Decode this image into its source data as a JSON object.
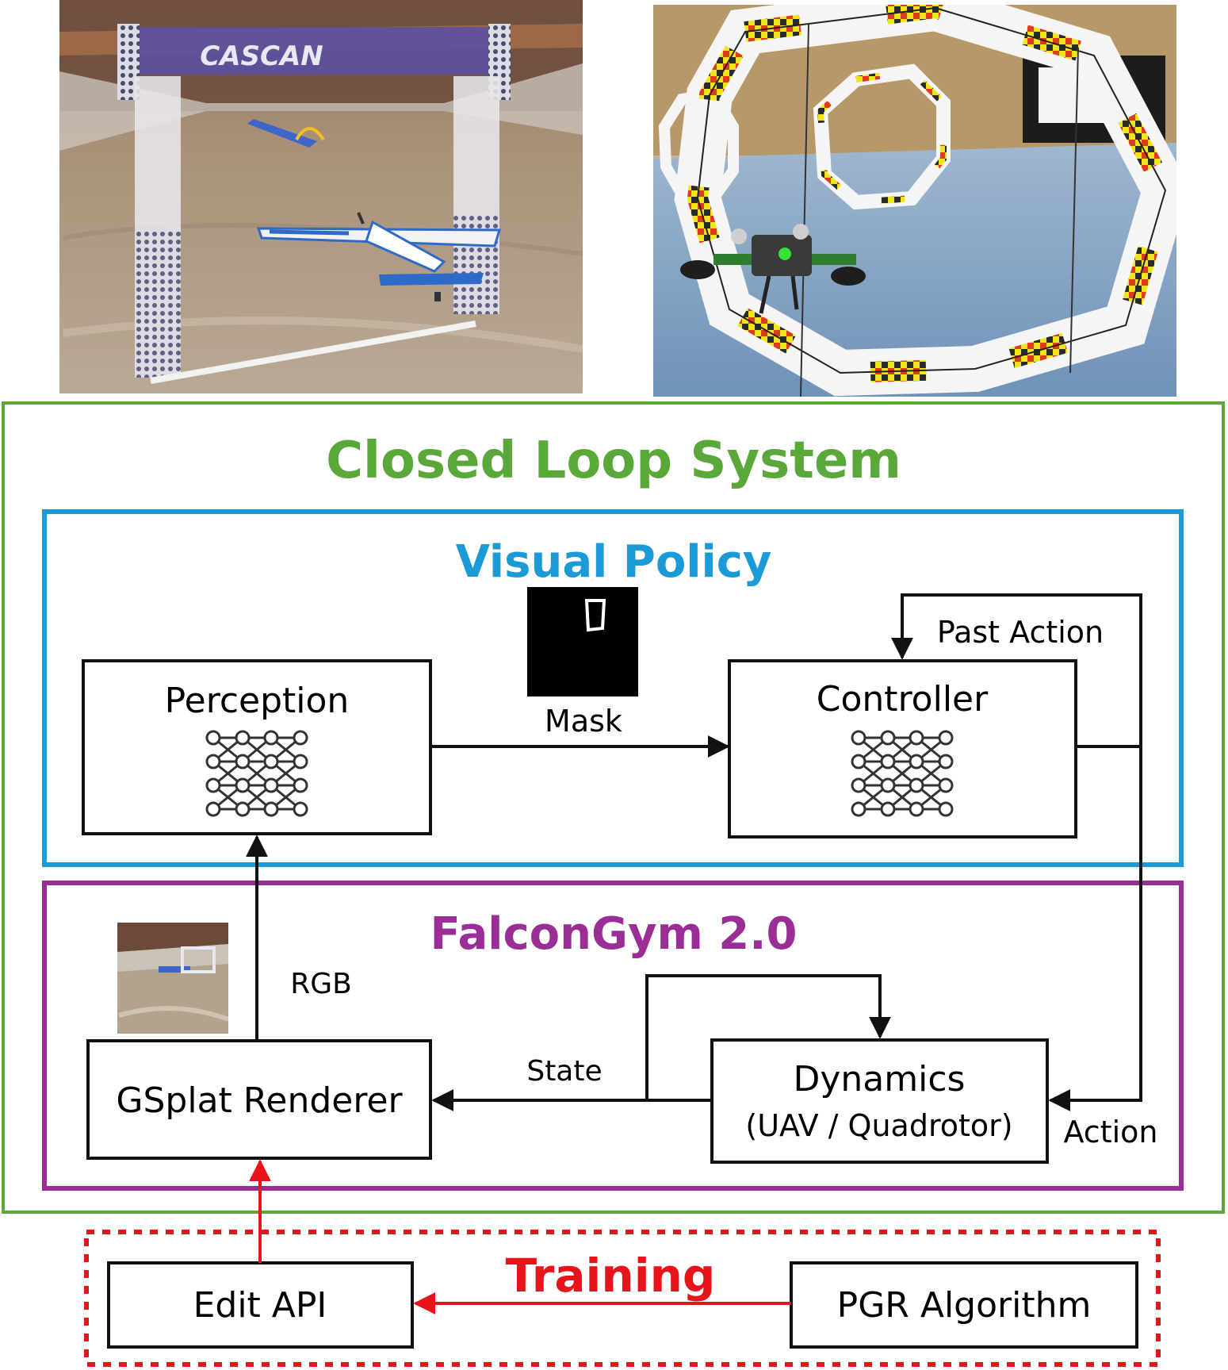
{
  "colors": {
    "closed_loop": "#5aa83a",
    "visual_policy": "#1a9ad6",
    "falcongym": "#9b2d96",
    "training": "#e8141b",
    "black": "#111111"
  },
  "photos": {
    "left": {
      "subject": "fixed-wing aircraft flying through a gate in an indoor arena",
      "banner_text": "CASCAN"
    },
    "right": {
      "subject": "quadrotor drone flying through octagonal gates in a gym"
    },
    "rgb_thumbnail": {
      "subject": "rendered view of arena"
    }
  },
  "closed_loop": {
    "title": "Closed Loop System"
  },
  "visual_policy": {
    "title": "Visual Policy",
    "perception_label": "Perception",
    "controller_label": "Controller",
    "mask_label": "Mask",
    "past_action_label": "Past Action"
  },
  "falcongym": {
    "title": "FalconGym 2.0",
    "renderer_label": "GSplat Renderer",
    "dynamics_label": "Dynamics",
    "dynamics_sublabel": "(UAV / Quadrotor)",
    "rgb_label": "RGB",
    "state_label": "State",
    "action_label": "Action"
  },
  "training": {
    "title": "Training",
    "edit_api_label": "Edit API",
    "pgr_label": "PGR Algorithm"
  }
}
